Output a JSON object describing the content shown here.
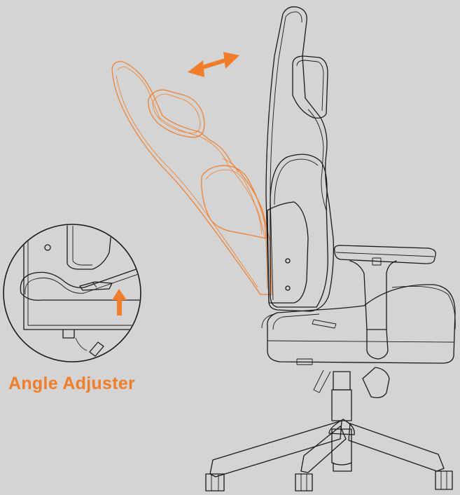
{
  "caption": "Angle Adjuster",
  "colors": {
    "accent": "#f07d2a",
    "line": "#1a1a1a",
    "background": "#d4d4d4",
    "inset_fill": "#d4d4d4"
  },
  "icons": {
    "recline_arrow": "double-headed-arrow",
    "lever_arrow": "up-arrow"
  }
}
